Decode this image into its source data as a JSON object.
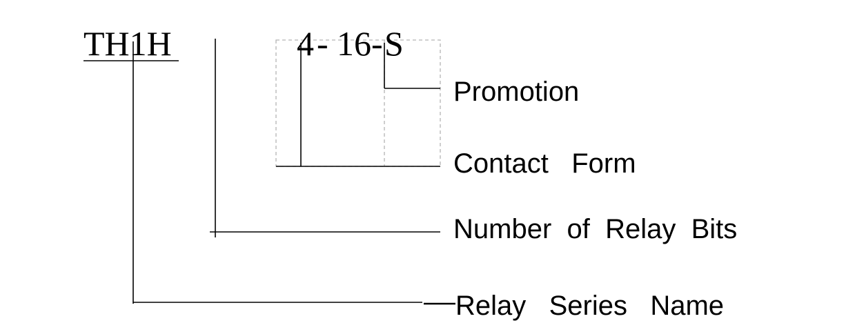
{
  "model_code": {
    "series": "TH1H",
    "bits": "4",
    "sep_1": "-",
    "contact": "16",
    "sep_2": "-",
    "promotion": "S"
  },
  "labels": {
    "promotion": "Promotion",
    "contact_form": "Contact   Form",
    "relay_bits": "Number  of  Relay  Bits",
    "series_name": "Relay   Series   Name"
  },
  "colors": {
    "ink": "#000000",
    "dashed_box": "#b4b4b4",
    "background": "#ffffff"
  }
}
